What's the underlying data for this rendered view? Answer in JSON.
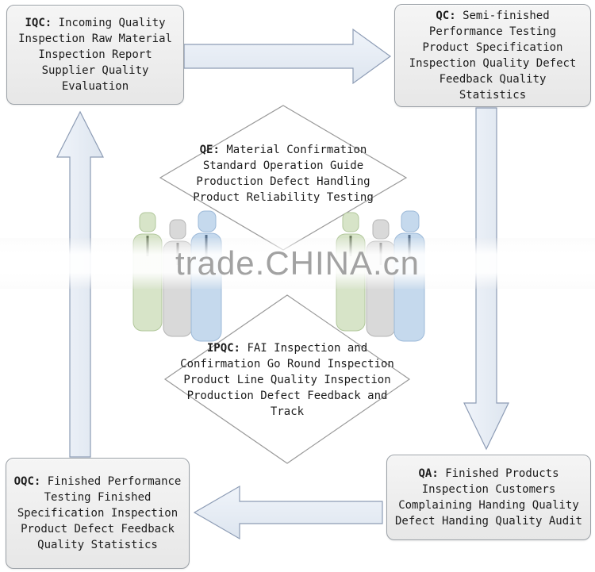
{
  "watermark": {
    "text": "trade.CHINA.cn"
  },
  "boxes": {
    "iqc": {
      "prefix": "IQC:",
      "text": "Incoming Quality Inspection Raw Material Inspection Report Supplier Quality Evaluation"
    },
    "qc": {
      "prefix": "QC:",
      "text": "Semi-finished Performance Testing Product Specification Inspection Quality Defect Feedback Quality Statistics"
    },
    "oqc": {
      "prefix": "OQC:",
      "text": "Finished Performance Testing Finished Specification Inspection Product Defect Feedback Quality Statistics"
    },
    "qa": {
      "prefix": "QA:",
      "text": "Finished Products Inspection Customers Complaining Handing Quality Defect Handing Quality Audit"
    }
  },
  "diamonds": {
    "qe": {
      "prefix": "QE:",
      "text": "Material Confirmation Standard Operation Guide Production Defect Handling Product Reliability Testing"
    },
    "ipqc": {
      "prefix": "IPQC:",
      "text": "FAI Inspection and Confirmation Go Round Inspection Product Line Quality Inspection Production Defect Feedback and Track"
    }
  },
  "colors": {
    "box_border": "#9aa0a6",
    "arrow_outline": "#8d9cb5",
    "arrow_fill_light": "#f0f4fa",
    "arrow_fill_dark": "#dde5ef",
    "diamond_border": "#999999",
    "person_green": "#d7e4c8",
    "person_gray": "#d9d9d9",
    "person_blue": "#c5d9ed",
    "watermark_gray": "#9b9b9b"
  }
}
